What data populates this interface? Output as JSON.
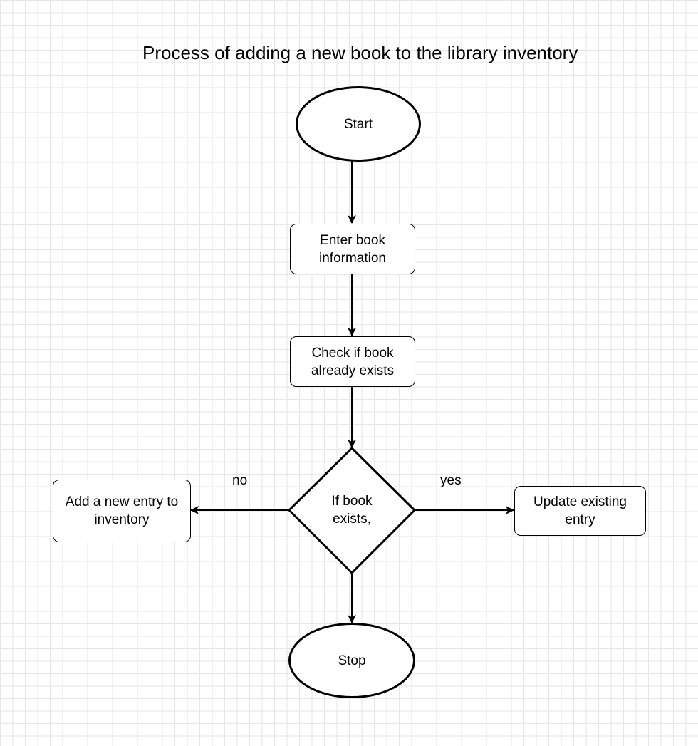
{
  "title": "Process of adding a new book to the library inventory",
  "nodes": {
    "start": "Start",
    "enter_info": "Enter book information",
    "check_exists": "Check if book already exists",
    "decision": "If book exists,",
    "add_new": "Add a new entry to inventory",
    "update_existing": "Update existing entry",
    "stop": "Stop"
  },
  "edge_labels": {
    "no": "no",
    "yes": "yes"
  },
  "colors": {
    "stroke": "#000000",
    "grid": "#e6e6e6",
    "background": "#ffffff"
  }
}
